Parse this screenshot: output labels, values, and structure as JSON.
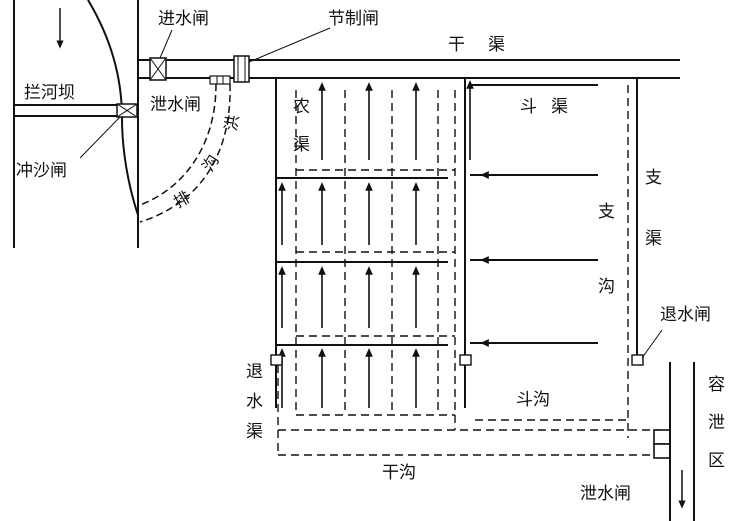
{
  "labels": {
    "dam": "拦河坝",
    "flush_gate": "冲沙闸",
    "intake_gate": "进水闸",
    "check_gate": "节制闸",
    "spill_gate_top": "泄水闸",
    "main_canal_1": "干",
    "main_canal_2": "渠",
    "drain_ditch": [
      "排",
      "沟",
      "洪"
    ],
    "farm_canal": [
      "农",
      "渠"
    ],
    "lateral_canal_top": "斗渠",
    "branch_ditch": [
      "支",
      "沟"
    ],
    "branch_canal": [
      "支",
      "渠"
    ],
    "return_gate_right": "退水闸",
    "lateral_ditch": "斗沟",
    "return_canal": [
      "退",
      "水",
      "渠"
    ],
    "main_ditch": "干沟",
    "spill_gate_bottom": "泄水闸",
    "storage_area": [
      "容",
      "泄",
      "区"
    ]
  }
}
